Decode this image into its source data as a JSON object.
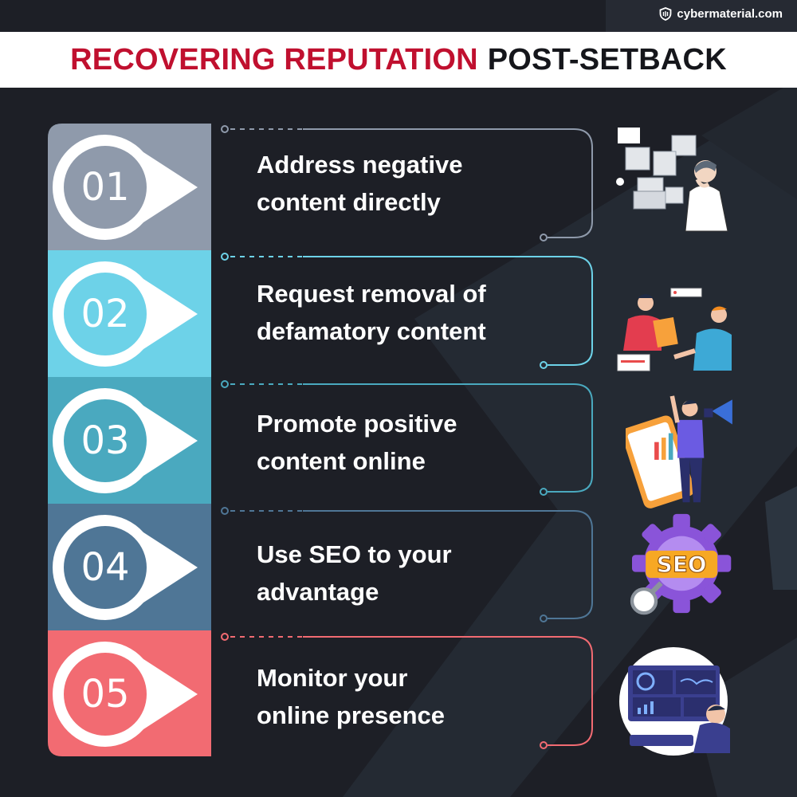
{
  "brand": {
    "name": "cybermaterial.com",
    "icon": "shield-icon"
  },
  "title": {
    "highlight": "RECOVERING REPUTATION",
    "rest": "POST-SETBACK"
  },
  "colors": {
    "title_red": "#c0102f",
    "step1": "#8f9aab",
    "step2": "#6dd2e8",
    "step3": "#4aa9bf",
    "step4": "#4f7696",
    "step5": "#f26b72"
  },
  "steps": [
    {
      "number": "01",
      "line1": "Address negative",
      "line2": "content directly",
      "illustration": "people-video-call-illustration"
    },
    {
      "number": "02",
      "line1": "Request removal of",
      "line2": "defamatory content",
      "illustration": "document-handover-illustration"
    },
    {
      "number": "03",
      "line1": "Promote positive",
      "line2": "content online",
      "illustration": "megaphone-phone-illustration"
    },
    {
      "number": "04",
      "line1": "Use SEO to your",
      "line2": "advantage",
      "illustration": "seo-gear-illustration"
    },
    {
      "number": "05",
      "line1": "Monitor your",
      "line2": "online presence",
      "illustration": "monitoring-dashboard-illustration"
    }
  ]
}
